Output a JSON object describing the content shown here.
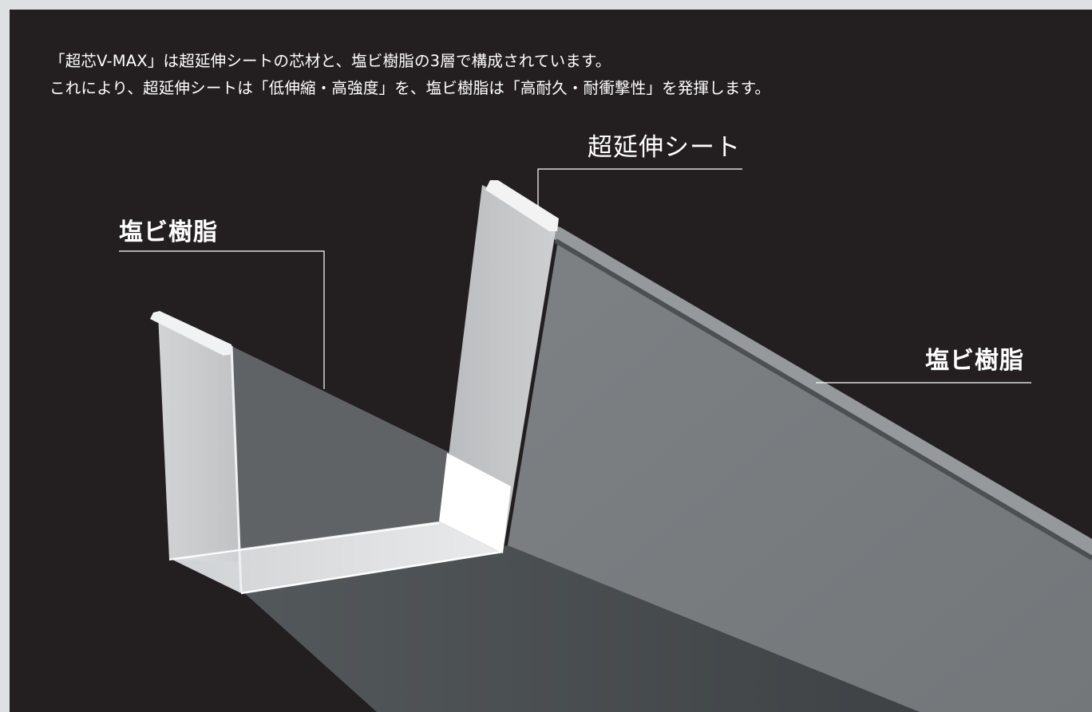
{
  "intro": {
    "line1": "「超芯V-MAX」は超延伸シートの芯材と、塩ビ樹脂の3層で構成されています。",
    "line2": "これにより、超延伸シートは「低伸縮・高強度」を、塩ビ樹脂は「高耐久・耐衝撃性」を発揮します。"
  },
  "labels": {
    "core_sheet": "超延伸シート",
    "pvc_left": "塩ビ樹脂",
    "pvc_right": "塩ビ樹脂"
  },
  "colors": {
    "frame": "#dfe0e2",
    "background": "#231f20",
    "pvc_outer": "#7b7f82",
    "pvc_inner": "#5e6264",
    "core_sheet": "#ffffff",
    "text": "#ffffff"
  }
}
